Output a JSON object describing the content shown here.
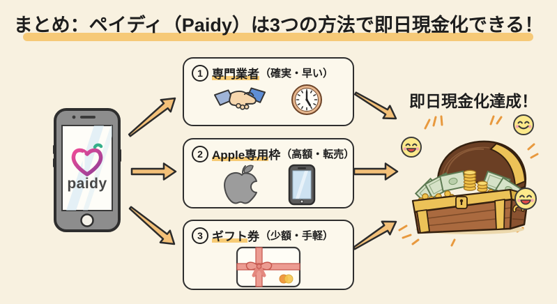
{
  "title": {
    "text": "まとめ：ペイディ（Paidy）は3つの方法で即日現金化できる！"
  },
  "phone": {
    "app_name": "paidy"
  },
  "methods": [
    {
      "number": "1",
      "label_hl": "専門業者",
      "label_rest": "",
      "note": "（確実・早い）"
    },
    {
      "number": "2",
      "label_hl": "Apple専用",
      "label_rest": "枠",
      "note": "（高額・転売）"
    },
    {
      "number": "3",
      "label_hl": "ギフト",
      "label_rest": "券",
      "note": "（少額・手軽）"
    }
  ],
  "result": {
    "text": "即日現金化達成！"
  },
  "colors": {
    "background": "#f8f1e0",
    "title_highlight": "#f5bf5c",
    "arrow": "#f3c078",
    "box_fill": "#fcf8ec",
    "outline": "#2e2e2e",
    "gold": "#ecc258",
    "wood": "#aa6a3f",
    "paidy_pink": "#ec4b97",
    "paidy_purple": "#8f3e97",
    "paidy_green": "#35b08a",
    "smiley_yellow": "#fce98b",
    "bill_green": "#d6e2c8",
    "ribbon_red": "#ec9c92"
  }
}
